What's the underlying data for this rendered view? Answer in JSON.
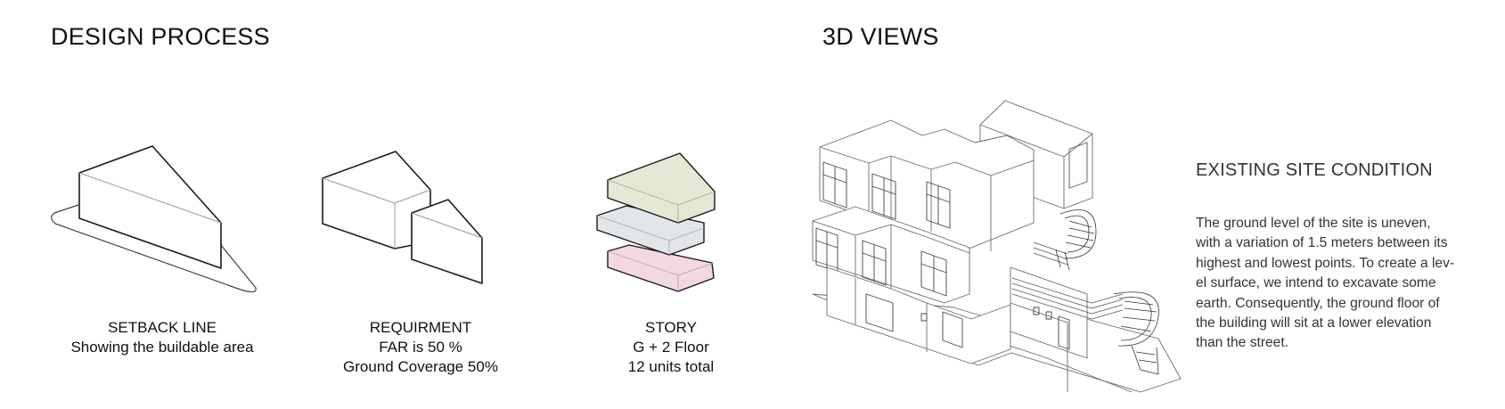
{
  "left_section": {
    "title": "DESIGN PROCESS",
    "steps": [
      {
        "id": "setback",
        "icon": "setback-massing-icon",
        "title": "SETBACK LINE",
        "lines": [
          "Showing the buildable area"
        ]
      },
      {
        "id": "requirement",
        "icon": "requirement-massing-icon",
        "title": "REQUIRMENT",
        "lines": [
          "FAR is 50 %",
          "Ground Coverage 50%"
        ]
      },
      {
        "id": "story",
        "icon": "stacked-floors-icon",
        "title": "STORY",
        "lines": [
          "G + 2 Floor",
          "12 units total"
        ]
      }
    ]
  },
  "right_section": {
    "title": "3D VIEWS",
    "image": "isometric-building-view",
    "description": {
      "heading": "EXISTING SITE CONDITION",
      "lines": [
        "The ground level of the site is uneven,",
        "with a variation of 1.5 meters between its",
        "highest and lowest points. To create a lev-",
        "el surface, we intend to excavate some",
        "earth. Consequently, the ground floor of",
        "the building will sit at a lower elevation",
        "than the street."
      ]
    }
  },
  "colors": {
    "floor_top": "#e6e8d6",
    "floor_middle": "#e3e6e8",
    "floor_bottom": "#f2d9e1",
    "outline": "#1a1a1a",
    "thin_line": "#9a9a9a"
  }
}
